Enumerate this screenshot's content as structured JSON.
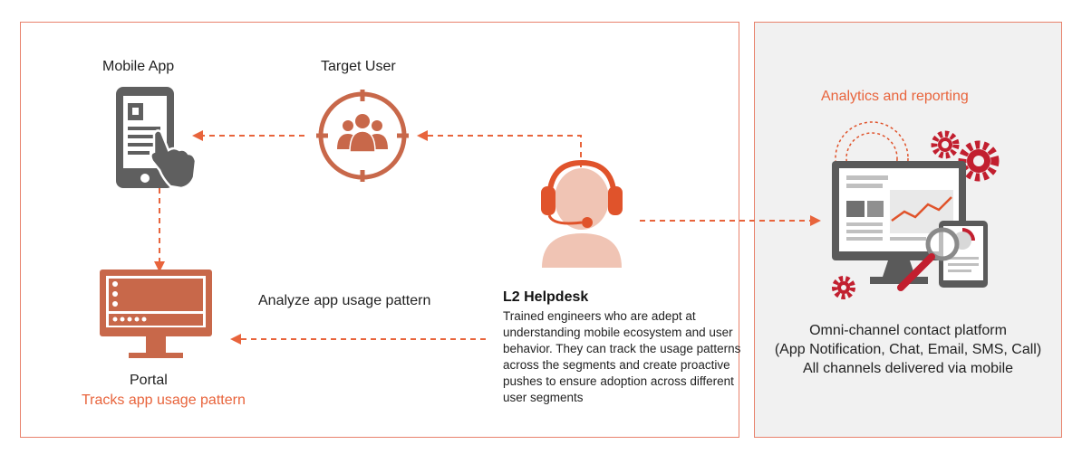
{
  "nodes": {
    "mobile_app": "Mobile App",
    "target_user": "Target User",
    "portal": "Portal",
    "portal_sub": "Tracks app usage pattern",
    "helpdesk_title": "L2 Helpdesk",
    "helpdesk_desc": "Trained engineers who are adept at understanding mobile ecosystem and user behavior. They can track the usage patterns across the segments and create proactive pushes to ensure adoption across different user segments",
    "analyze": "Analyze app usage pattern",
    "analytics": "Analytics and reporting",
    "omni_line1": "Omni-channel contact platform",
    "omni_line2": "(App Notification, Chat, Email, SMS, Call)",
    "omni_line3": "All channels delivered via mobile"
  },
  "colors": {
    "accent": "#e8643c",
    "border": "#e8826c",
    "portal": "#c8684a",
    "phone": "#606060",
    "skin": "#f0c4b4",
    "headset": "#e0532b"
  }
}
